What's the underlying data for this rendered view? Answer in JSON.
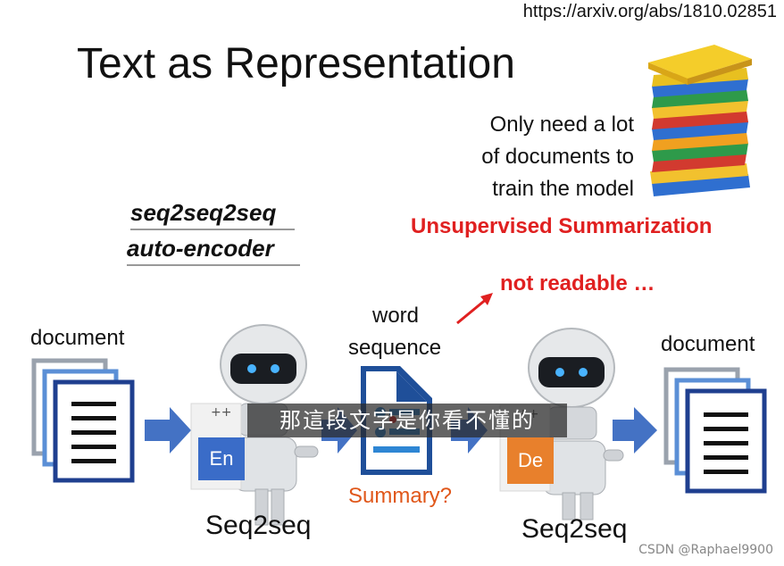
{
  "url": "https://arxiv.org/abs/1810.02851",
  "title": "Text as Representation",
  "note": {
    "line1": "Only need a lot",
    "line2": "of documents to",
    "line3": "train the model"
  },
  "unsupervised": "Unsupervised Summarization",
  "model_name": {
    "line1": "seq2seq2seq",
    "line2": "auto-encoder"
  },
  "not_readable": "not readable …",
  "word_sequence": {
    "line1": "word",
    "line2": "sequence"
  },
  "document_left": "document",
  "document_right": "document",
  "encoder": {
    "badge": "En",
    "label": "Seq2seq",
    "badge_color": "#3a6cc8"
  },
  "decoder": {
    "badge": "De",
    "label": "Seq2seq",
    "badge_color": "#e8802c"
  },
  "summary": "Summary?",
  "subtitle": "那這段文字是你看不懂的",
  "watermark": "CSDN @Raphael9900",
  "colors": {
    "arrow": "#4472c4",
    "doc_front": "#1f3f8f",
    "doc_mid": "#5b8fd6",
    "doc_back": "#9aa2ad",
    "red": "#e02020"
  }
}
